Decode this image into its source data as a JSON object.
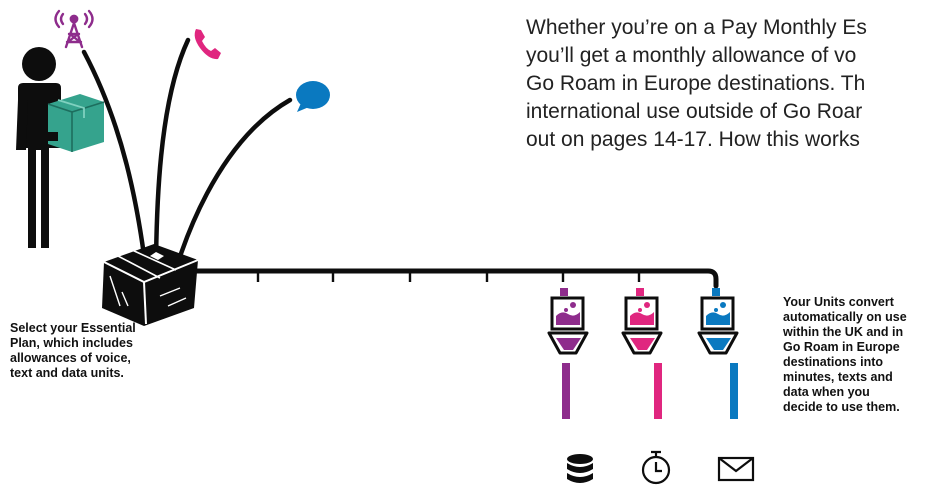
{
  "intro": {
    "lines": [
      "Whether you’re on a Pay Monthly Es",
      "you’ll get a monthly allowance of vo",
      "Go Roam in Europe destinations. Th",
      "international use outside of Go Roar",
      "out on pages 14-17. How this works"
    ]
  },
  "left_caption": {
    "lines": [
      "Select your Essential",
      "Plan, which includes",
      "allowances of voice,",
      "text and data units."
    ]
  },
  "right_caption": {
    "lines": [
      "Your Units convert",
      "automatically on use",
      "within the UK and in",
      "Go Roam in Europe",
      "destinations into",
      "minutes, texts and",
      "data when you",
      "decide to use them."
    ]
  },
  "icons": {
    "top": [
      "antenna-icon",
      "phone-icon",
      "chat-bubble-icon"
    ],
    "bottom": [
      "database-icon",
      "stopwatch-icon",
      "envelope-icon"
    ]
  },
  "colors": {
    "purple": "#8e2c8c",
    "pink": "#e0267f",
    "blue": "#0a79c0",
    "teal": "#35a38d",
    "dark": "#0d0d0d"
  }
}
